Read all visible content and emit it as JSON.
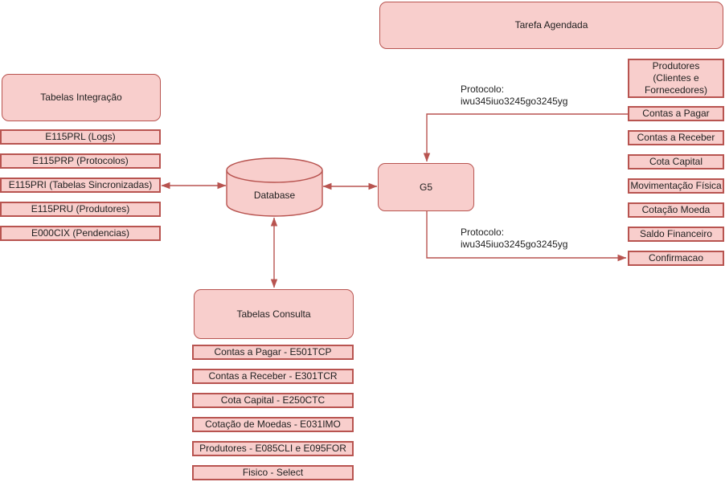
{
  "colors": {
    "node_fill": "#f8cecc",
    "node_stroke": "#b85450",
    "connector": "#b85450",
    "label_text": "#1f1f1f",
    "background": "#ffffff"
  },
  "tarefa_agendada": {
    "label": "Tarefa Agendada"
  },
  "integracao": {
    "title": "Tabelas Integração",
    "items": [
      "E115PRL (Logs)",
      "E115PRP (Protocolos)",
      "E115PRI (Tabelas Sincronizadas)",
      "E115PRU (Produtores)",
      "E000CIX (Pendencias)"
    ]
  },
  "database": {
    "label": "Database"
  },
  "g5": {
    "label": "G5"
  },
  "g5_outputs": {
    "items": [
      "Produtores (Clientes e Fornecedores)",
      "Contas a Pagar",
      "Contas a Receber",
      "Cota Capital",
      "Movimentação Física",
      "Cotação Moeda",
      "Saldo Financeiro",
      "Confirmacao"
    ]
  },
  "consulta": {
    "title": "Tabelas Consulta",
    "items": [
      "Contas a Pagar - E501TCP",
      "Contas a Receber - E301TCR",
      "Cota Capital - E250CTC",
      "Cotação de Moedas - E031IMO",
      "Produtores - E085CLI e E095FOR",
      "Fisico - Select"
    ]
  },
  "protocol_top": {
    "line1": "Protocolo:",
    "line2": "iwu345iuo3245go3245yg"
  },
  "protocol_bottom": {
    "line1": "Protocolo:",
    "line2": "iwu345iuo3245go3245yg"
  }
}
